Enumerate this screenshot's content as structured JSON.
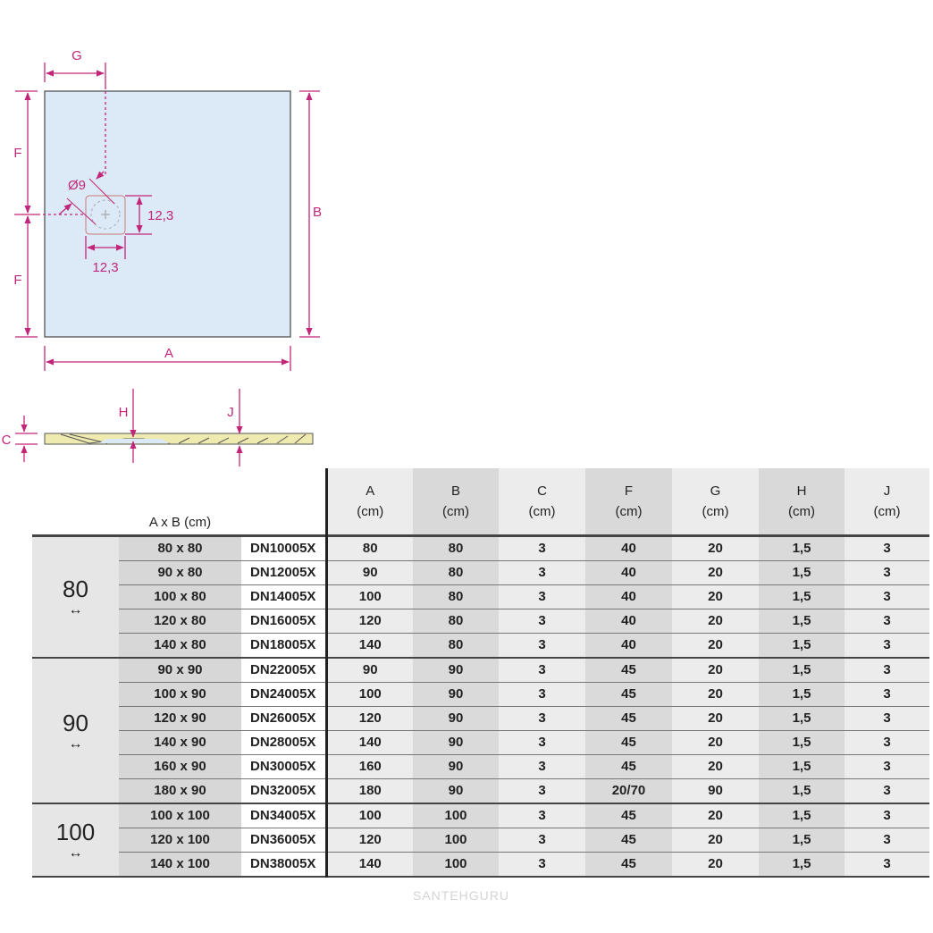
{
  "diagram": {
    "labels": {
      "G": "G",
      "F_top": "F",
      "F_bottom": "F",
      "B": "B",
      "A": "A",
      "diameter": "Ø9",
      "drain_h": "12,3",
      "drain_w": "12,3",
      "C": "C",
      "H": "H",
      "J": "J"
    },
    "colors": {
      "dimension": "#c2267a",
      "tray_fill": "#dce9f7",
      "section_fill": "#efeab0"
    }
  },
  "table": {
    "size_header": "A x B (cm)",
    "columns": [
      {
        "letter": "A",
        "unit": "(cm)"
      },
      {
        "letter": "B",
        "unit": "(cm)"
      },
      {
        "letter": "C",
        "unit": "(cm)"
      },
      {
        "letter": "F",
        "unit": "(cm)"
      },
      {
        "letter": "G",
        "unit": "(cm)"
      },
      {
        "letter": "H",
        "unit": "(cm)"
      },
      {
        "letter": "J",
        "unit": "(cm)"
      }
    ],
    "groups": [
      {
        "label": "80",
        "arrow": "↔",
        "rows": [
          {
            "size": "80 x 80",
            "code": "DN10005X",
            "values": [
              "80",
              "80",
              "3",
              "40",
              "20",
              "1,5",
              "3"
            ]
          },
          {
            "size": "90 x 80",
            "code": "DN12005X",
            "values": [
              "90",
              "80",
              "3",
              "40",
              "20",
              "1,5",
              "3"
            ]
          },
          {
            "size": "100 x 80",
            "code": "DN14005X",
            "values": [
              "100",
              "80",
              "3",
              "40",
              "20",
              "1,5",
              "3"
            ]
          },
          {
            "size": "120 x 80",
            "code": "DN16005X",
            "values": [
              "120",
              "80",
              "3",
              "40",
              "20",
              "1,5",
              "3"
            ]
          },
          {
            "size": "140 x 80",
            "code": "DN18005X",
            "values": [
              "140",
              "80",
              "3",
              "40",
              "20",
              "1,5",
              "3"
            ]
          }
        ]
      },
      {
        "label": "90",
        "arrow": "↔",
        "rows": [
          {
            "size": "90 x 90",
            "code": "DN22005X",
            "values": [
              "90",
              "90",
              "3",
              "45",
              "20",
              "1,5",
              "3"
            ]
          },
          {
            "size": "100 x 90",
            "code": "DN24005X",
            "values": [
              "100",
              "90",
              "3",
              "45",
              "20",
              "1,5",
              "3"
            ]
          },
          {
            "size": "120 x 90",
            "code": "DN26005X",
            "values": [
              "120",
              "90",
              "3",
              "45",
              "20",
              "1,5",
              "3"
            ]
          },
          {
            "size": "140 x 90",
            "code": "DN28005X",
            "values": [
              "140",
              "90",
              "3",
              "45",
              "20",
              "1,5",
              "3"
            ]
          },
          {
            "size": "160 x 90",
            "code": "DN30005X",
            "values": [
              "160",
              "90",
              "3",
              "45",
              "20",
              "1,5",
              "3"
            ]
          },
          {
            "size": "180 x 90",
            "code": "DN32005X",
            "values": [
              "180",
              "90",
              "3",
              "20/70",
              "90",
              "1,5",
              "3"
            ]
          }
        ]
      },
      {
        "label": "100",
        "arrow": "↔",
        "rows": [
          {
            "size": "100 x 100",
            "code": "DN34005X",
            "values": [
              "100",
              "100",
              "3",
              "45",
              "20",
              "1,5",
              "3"
            ]
          },
          {
            "size": "120 x 100",
            "code": "DN36005X",
            "values": [
              "120",
              "100",
              "3",
              "45",
              "20",
              "1,5",
              "3"
            ]
          },
          {
            "size": "140 x 100",
            "code": "DN38005X",
            "values": [
              "140",
              "100",
              "3",
              "45",
              "20",
              "1,5",
              "3"
            ]
          }
        ]
      }
    ]
  },
  "watermark": "SANTEHGURU"
}
